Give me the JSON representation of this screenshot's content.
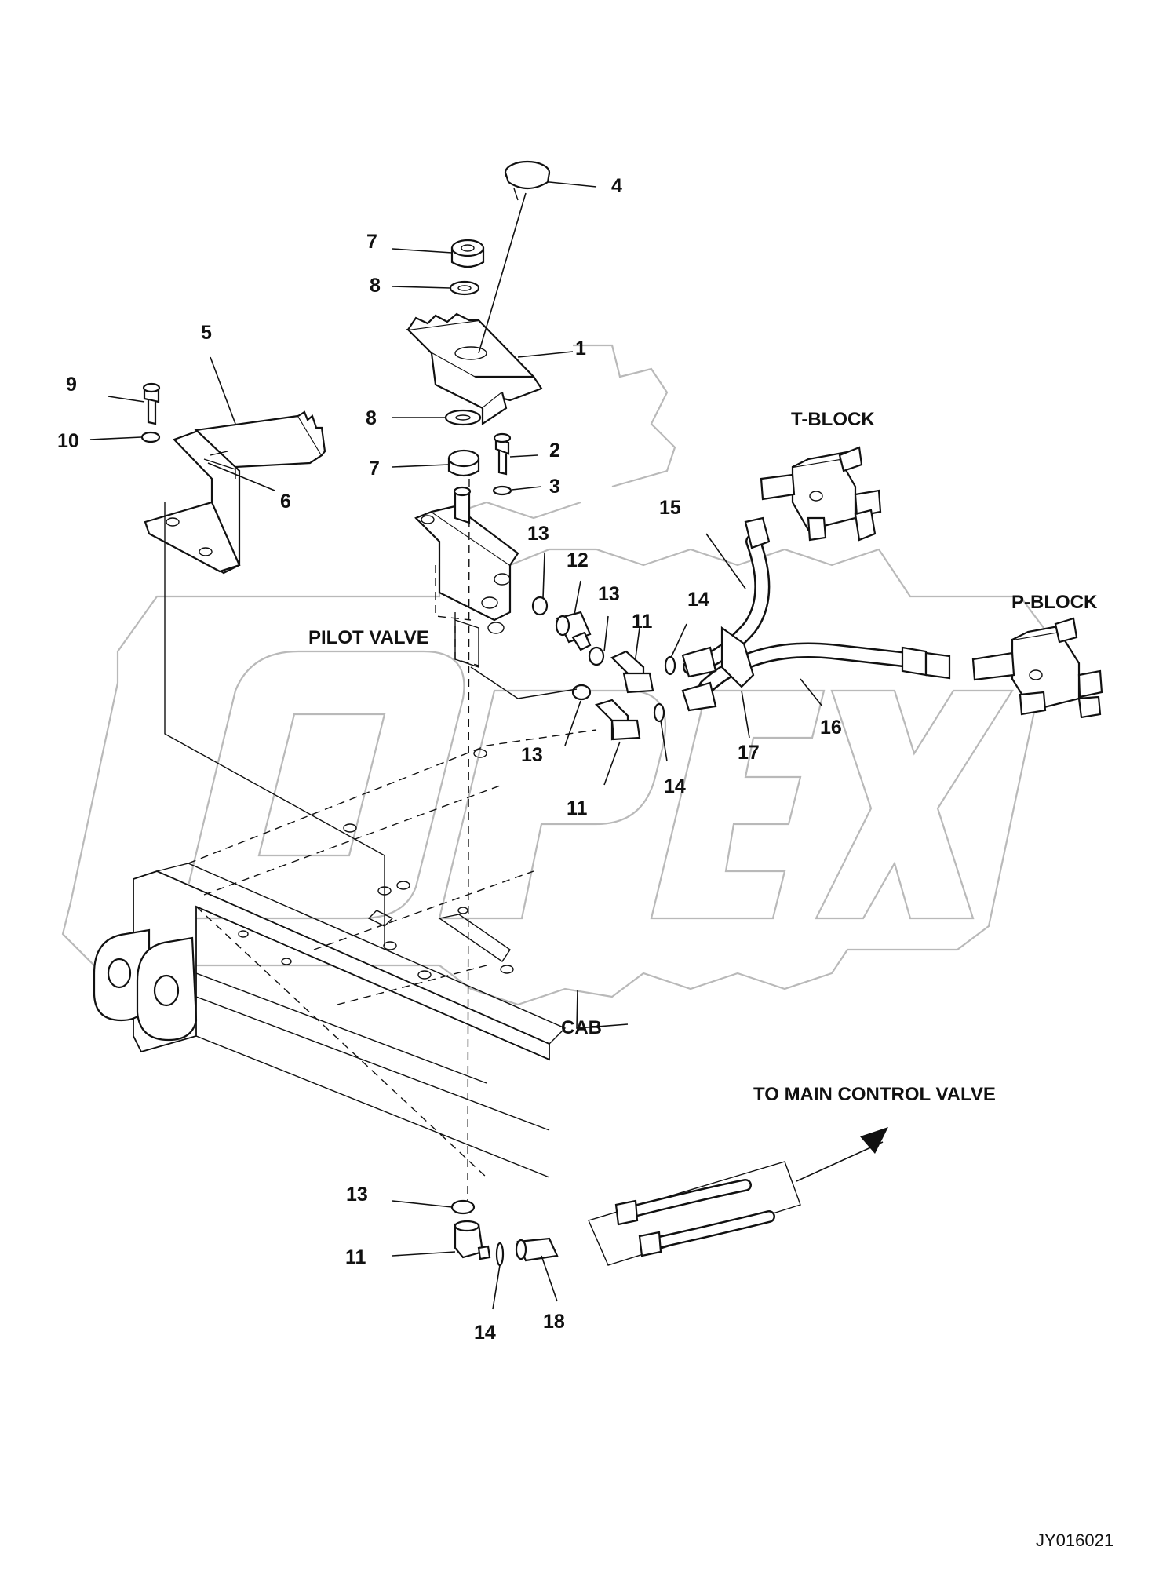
{
  "labels": {
    "t_block": "T-BLOCK",
    "p_block": "P-BLOCK",
    "pilot_valve": "PILOT VALVE",
    "cab": "CAB",
    "to_main": "TO MAIN CONTROL VALVE",
    "drawing_id": "JY016021"
  },
  "callouts": {
    "c1": "1",
    "c2": "2",
    "c3": "3",
    "c4": "4",
    "c5": "5",
    "c6": "6",
    "c7a": "7",
    "c7b": "7",
    "c8a": "8",
    "c8b": "8",
    "c9": "9",
    "c10": "10",
    "c11a": "11",
    "c11b": "11",
    "c11c": "11",
    "c12": "12",
    "c13a": "13",
    "c13b": "13",
    "c13c": "13",
    "c13d": "13",
    "c14a": "14",
    "c14b": "14",
    "c14c": "14",
    "c15": "15",
    "c16": "16",
    "c17": "17",
    "c18": "18"
  },
  "watermark": "OPEX"
}
